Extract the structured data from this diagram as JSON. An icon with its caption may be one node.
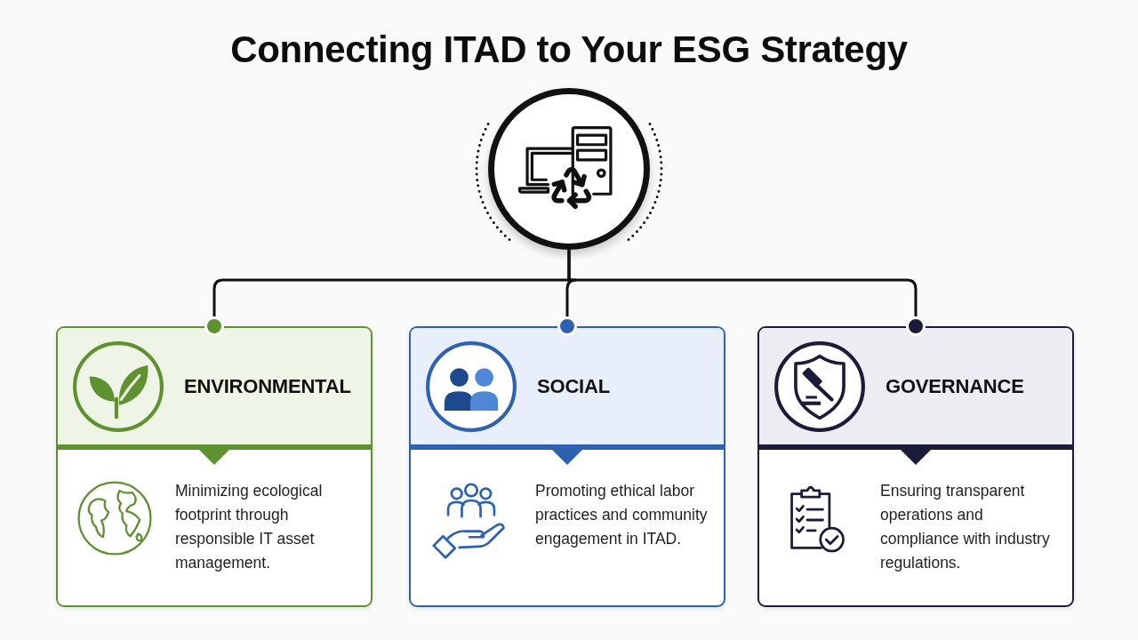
{
  "diagram": {
    "title": "Connecting ITAD to Your ESG Strategy",
    "nodes": [
      {
        "text": [],
        "shape": "circle"
      },
      {
        "text": [
          "ENVIRONMENTAL",
          "Minimizing ecological footprint through responsible IT asset management."
        ]
      },
      {
        "text": [
          "SOCIAL",
          "Promoting ethical labor practices and community engagement in ITAD."
        ]
      },
      {
        "text": [
          "GOVERNANCE",
          "Ensuring transparent operations and compliance with industry regulations."
        ]
      }
    ],
    "edges": [
      {
        "from": 0,
        "to": 1,
        "arrow": "other"
      },
      {
        "from": 0,
        "to": 2,
        "arrow": "other"
      },
      {
        "from": 0,
        "to": 3,
        "arrow": "other"
      }
    ]
  }
}
